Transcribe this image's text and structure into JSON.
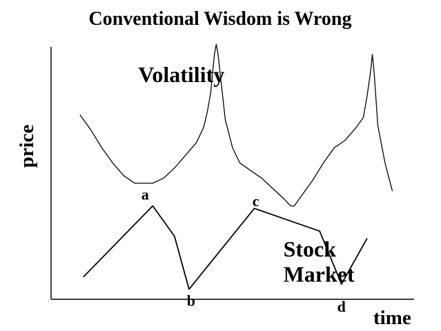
{
  "chart_data": {
    "type": "line",
    "title": "Conventional Wisdom is Wrong",
    "xlabel": "time",
    "ylabel": "price",
    "grid": false,
    "xlim": [
      0,
      100
    ],
    "ylim": [
      0,
      100
    ],
    "series": [
      {
        "name": "Volatility",
        "color": "#000000",
        "points": [
          [
            8,
            73
          ],
          [
            11,
            67
          ],
          [
            14,
            60
          ],
          [
            17,
            54
          ],
          [
            20,
            49
          ],
          [
            23,
            46
          ],
          [
            26,
            46
          ],
          [
            28,
            46
          ],
          [
            31,
            48
          ],
          [
            34,
            52
          ],
          [
            37,
            57
          ],
          [
            40,
            62
          ],
          [
            42,
            68
          ],
          [
            43,
            74
          ],
          [
            44,
            82
          ],
          [
            44.5,
            90
          ],
          [
            45,
            97
          ],
          [
            45.5,
            101
          ],
          [
            46,
            97
          ],
          [
            47,
            84
          ],
          [
            48,
            71
          ],
          [
            50,
            60
          ],
          [
            52,
            54
          ],
          [
            55,
            51
          ],
          [
            58,
            48
          ],
          [
            61,
            44
          ],
          [
            64,
            40
          ],
          [
            66,
            37
          ],
          [
            67,
            37
          ],
          [
            69,
            41
          ],
          [
            72,
            47
          ],
          [
            75,
            54
          ],
          [
            78,
            60
          ],
          [
            81,
            63
          ],
          [
            84,
            68
          ],
          [
            86,
            72
          ],
          [
            87,
            80
          ],
          [
            88,
            90
          ],
          [
            88.5,
            97
          ],
          [
            89,
            90
          ],
          [
            90,
            69
          ],
          [
            92,
            54
          ],
          [
            94,
            43
          ]
        ]
      },
      {
        "name": "Stock Market",
        "color": "#000000",
        "points": [
          [
            9,
            9
          ],
          [
            28,
            37
          ],
          [
            34,
            25
          ],
          [
            38,
            4
          ],
          [
            56,
            36
          ],
          [
            74,
            27
          ],
          [
            80,
            6
          ],
          [
            87,
            24
          ]
        ]
      }
    ],
    "annotations": [
      {
        "text": "Volatility",
        "x": 24,
        "y": 86
      },
      {
        "text": "Stock",
        "x": 64,
        "y": 17
      },
      {
        "text": "Market",
        "x": 64,
        "y": 7
      },
      {
        "text": "a",
        "x": 28,
        "y": 37
      },
      {
        "text": "b",
        "x": 38,
        "y": 4
      },
      {
        "text": "c",
        "x": 56,
        "y": 36
      },
      {
        "text": "d",
        "x": 80,
        "y": 6
      }
    ]
  }
}
